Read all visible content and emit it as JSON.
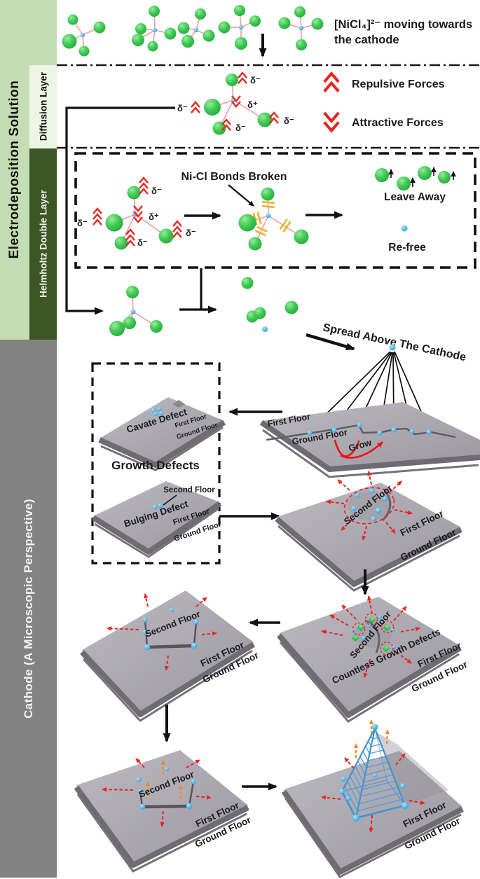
{
  "sidebar": {
    "solution": "Electrodeposition Solution",
    "diffusion": "Diffusion Layer",
    "helmholtz": "Helmholtz Double Layer",
    "cathode": "Cathode (A Microscopic Perspective)"
  },
  "top_row": {
    "caption_line1": "[NiCl₄]²⁻ moving towards",
    "caption_line2": "the cathode"
  },
  "legend": {
    "repulsive": "Repulsive Forces",
    "attractive": "Attractive Forces",
    "repulsive_icon": "double-chevron-up-icon",
    "attractive_icon": "double-chevron-down-icon"
  },
  "charges": {
    "delta_minus": "δ⁻",
    "delta_plus": "δ⁺"
  },
  "helmholtz_box": {
    "bonds_broken": "Ni-Cl Bonds Broken",
    "leave_away": "Leave Away",
    "re_free": "Re-free"
  },
  "flow": {
    "spread": "Spread Above The Cathode",
    "grow": "Grow"
  },
  "growth_box": {
    "title": "Growth Defects",
    "cavate": "Cavate Defect",
    "bulging": "Bulging Defect"
  },
  "floors": {
    "first": "First Floor",
    "ground": "Ground Floor",
    "second": "Second Floor"
  },
  "annotations": {
    "countless": "Countless  Growth Defects"
  },
  "colors": {
    "solution_bg": "#c5ddb4",
    "diffusion_bg": "#edf5e5",
    "helmholtz_bg": "#3d5724",
    "cathode_bg": "#828282",
    "sphere_green": "#3ec453",
    "ion_blue": "#45b5e8",
    "bond_pink": "#f0999c",
    "force_red": "#e8251f",
    "broken_bond_yellow": "#eeb02d",
    "platform_gray": "#a8a5ad",
    "grow_red": "#ee1111",
    "pyramid_blue": "#4f9fd6"
  }
}
